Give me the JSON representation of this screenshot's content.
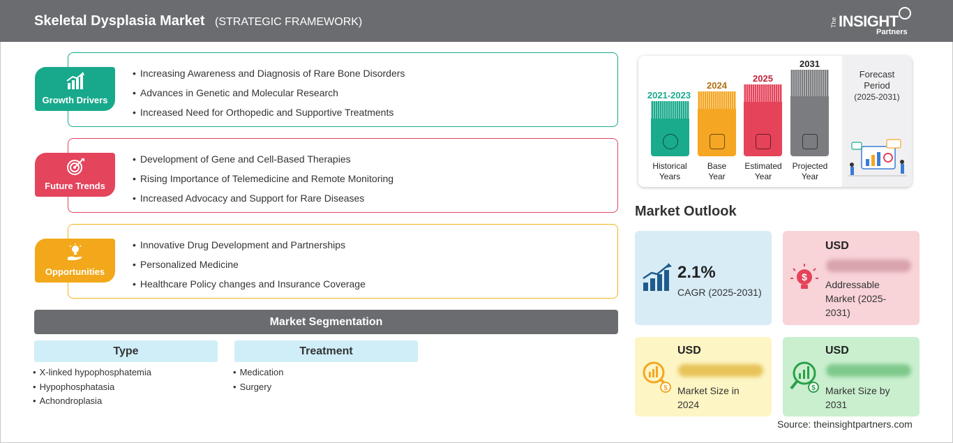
{
  "header": {
    "title": "Skeletal Dysplasia Market",
    "subtitle": "(STRATEGIC FRAMEWORK)",
    "logo": {
      "the": "The",
      "insight": "INSIGHT",
      "partners": "Partners"
    }
  },
  "growth_drivers": {
    "label": "Growth Drivers",
    "icon": "bar-chart-growth-icon",
    "color": "#18a98c",
    "items": [
      "Increasing Awareness and Diagnosis of Rare Bone Disorders",
      "Advances in Genetic and Molecular Research",
      "Increased Need for Orthopedic and Supportive Treatments"
    ]
  },
  "future_trends": {
    "label": "Future Trends",
    "icon": "target-icon",
    "color": "#e4445c",
    "items": [
      "Development of Gene and Cell-Based Therapies",
      "Rising Importance of Telemedicine and Remote Monitoring",
      "Increased Advocacy and Support for Rare Diseases"
    ]
  },
  "opportunities": {
    "label": "Opportunities",
    "icon": "lightbulb-hand-icon",
    "color": "#f2a81a",
    "items": [
      "Innovative Drug Development and Partnerships",
      "Personalized Medicine",
      "Healthcare Policy changes and Insurance Coverage"
    ]
  },
  "segmentation": {
    "title": "Market Segmentation",
    "type": {
      "label": "Type",
      "items": [
        "X-linked hypophosphatemia",
        "Hypophosphatasia",
        "Achondroplasia"
      ]
    },
    "treatment": {
      "label": "Treatment",
      "items": [
        "Medication",
        "Surgery"
      ]
    }
  },
  "timeline": {
    "historical": {
      "year": "2021-2023",
      "label_1": "Historical",
      "label_2": "Years",
      "color": "#1aaa8c"
    },
    "base": {
      "year": "2024",
      "label_1": "Base",
      "label_2": "Year",
      "color": "#f5a623"
    },
    "estimated": {
      "year": "2025",
      "label_1": "Estimated",
      "label_2": "Year",
      "color": "#e5435a"
    },
    "projected": {
      "year": "2031",
      "label_1": "Projected",
      "label_2": "Year",
      "color": "#7b7c7f"
    },
    "forecast": {
      "title_1": "Forecast",
      "title_2": "Period",
      "period": "(2025-2031)"
    }
  },
  "outlook": {
    "title": "Market Outlook",
    "cagr": {
      "value": "2.1%",
      "label": "CAGR (2025-2031)",
      "bg": "#d8ecf6"
    },
    "addressable": {
      "usd": "USD",
      "value": "lorem ipsum",
      "line_1": "Addressable",
      "line_2": "Market (2025-",
      "line_3": "2031)",
      "bg": "#f8d3d8"
    },
    "size_2024": {
      "usd": "USD",
      "value": "lorem ipsum",
      "line_1": "Market Size in",
      "line_2": "2024",
      "bg": "#fdf5c4"
    },
    "size_2031": {
      "usd": "USD",
      "value": "lorem ipsum",
      "line_1": "Market Size by",
      "line_2": "2031",
      "bg": "#c9efce"
    }
  },
  "source": "Source: theinsightpartners.com"
}
